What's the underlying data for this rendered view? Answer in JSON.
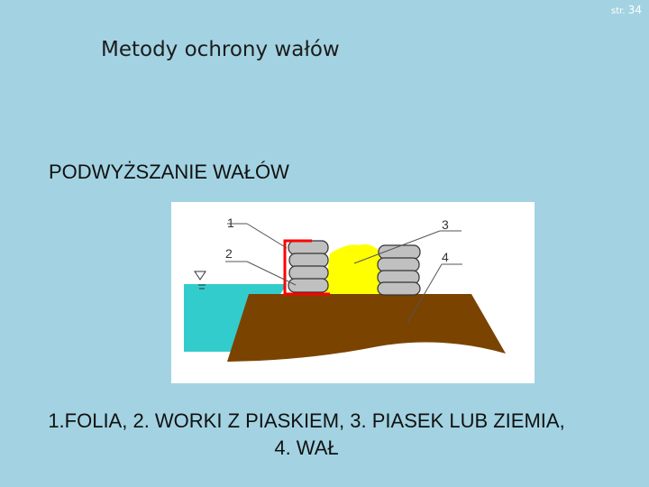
{
  "page": {
    "label": "str.",
    "number": "34"
  },
  "title": "Metody ochrony wałów",
  "subtitle": "PODWYŻSZANIE WAŁÓW",
  "figure": {
    "labels": {
      "l1": "1",
      "l2": "2",
      "l3": "3",
      "l4": "4"
    },
    "colors": {
      "water": "#33cccc",
      "levee": "#7b4300",
      "sand": "#ffff00",
      "sandbag": "#c0c0c0",
      "foil": "#ff0000"
    }
  },
  "caption": {
    "line1": "1.FOLIA, 2. WORKI Z PIASKIEM, 3. PIASEK LUB ZIEMIA,",
    "line2": "4. WAŁ"
  }
}
